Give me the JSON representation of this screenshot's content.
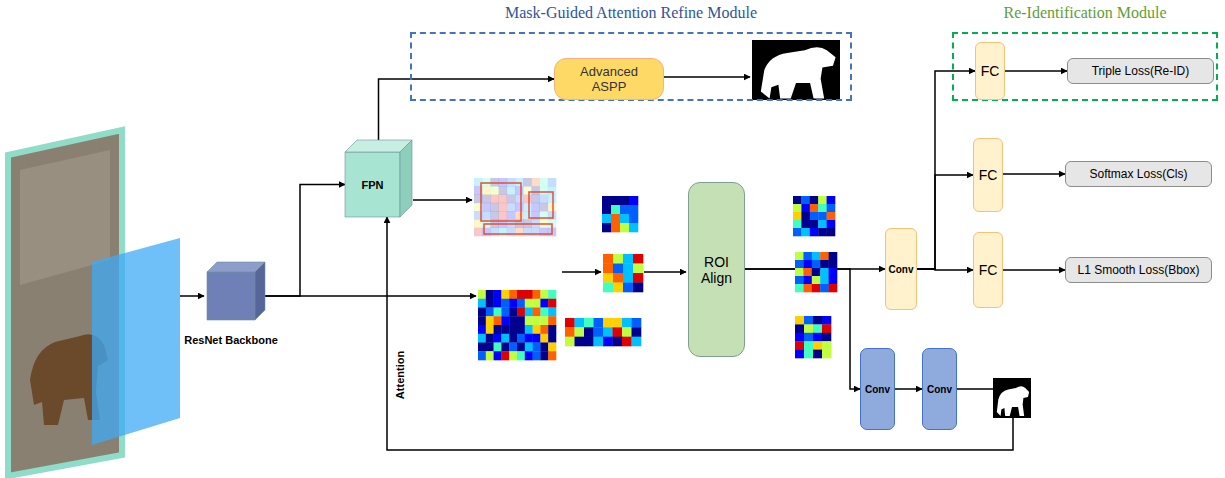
{
  "diagram": {
    "nodes": [
      {
        "text": [
          "Mask-Guided Attention Refine Module"
        ]
      },
      {
        "text": [
          "Advanced ASPP"
        ],
        "in": 0
      },
      {
        "text": [
          "Re-Identification Module"
        ]
      },
      {
        "text": [
          "FC"
        ],
        "in": 2
      },
      {
        "text": [
          "Triple Loss(Re-ID)"
        ],
        "in": 2
      },
      {
        "text": [
          "ResNet Backbone"
        ]
      },
      {
        "text": [
          "FPN"
        ]
      },
      {
        "text": [
          "ROI Align"
        ]
      },
      {
        "text": [
          "Conv"
        ]
      },
      {
        "text": [
          "FC"
        ]
      },
      {
        "text": [
          "Softmax Loss(Cls)"
        ]
      },
      {
        "text": [
          "FC"
        ]
      },
      {
        "text": [
          "L1 Smooth Loss(Bbox)"
        ]
      },
      {
        "text": [
          "Conv"
        ]
      },
      {
        "text": [
          "Conv"
        ]
      }
    ],
    "edges": [
      {
        "from": 5,
        "to": 6,
        "arrow": "to"
      },
      {
        "from": 6,
        "to": 1,
        "arrow": "to"
      },
      {
        "from": 7,
        "to": 8,
        "arrow": "to"
      },
      {
        "from": 7,
        "to": 13,
        "arrow": "to"
      },
      {
        "from": 8,
        "to": 3,
        "arrow": "to"
      },
      {
        "from": 8,
        "to": 9,
        "arrow": "to"
      },
      {
        "from": 8,
        "to": 11,
        "arrow": "to"
      },
      {
        "from": 3,
        "to": 4,
        "arrow": "to"
      },
      {
        "from": 9,
        "to": 10,
        "arrow": "to"
      },
      {
        "from": 11,
        "to": 12,
        "arrow": "to"
      },
      {
        "from": 13,
        "to": 14,
        "arrow": "to"
      },
      {
        "from": 14,
        "to": 6,
        "label": "Attention",
        "arrow": "to"
      }
    ]
  }
}
